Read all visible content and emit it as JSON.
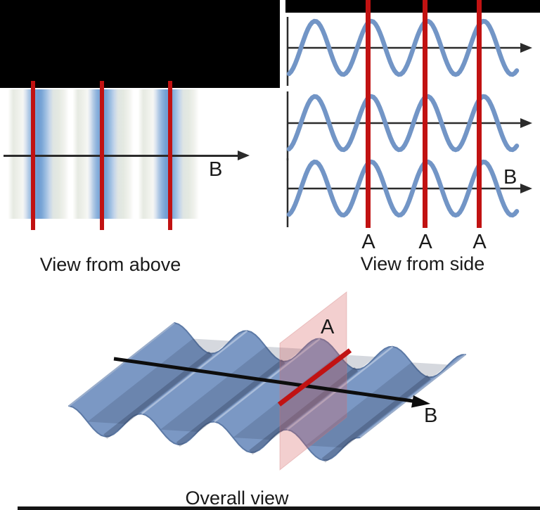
{
  "figure": {
    "description": "Wave diagram with three views: wavefronts and rays"
  },
  "above": {
    "caption": "View from above",
    "ray_label": "B",
    "wavefront_count": 3
  },
  "side": {
    "caption": "View from side",
    "ray_label": "B",
    "wavefront_labels": [
      "A",
      "A",
      "A"
    ],
    "wave_rows": 3
  },
  "overall": {
    "caption": "Overall view",
    "plane_label": "A",
    "ray_label": "B"
  },
  "colors": {
    "wavefront_red": "#c11212",
    "wave_stroke_blue": "#7295c6",
    "sheet_fill_blue": "#7b98c4",
    "sheet_outline_blue": "#5d7aa6",
    "axis_dark": "#2b2b2b",
    "plane_pink": "rgba(214,96,96,0.30)",
    "band_center_blue": "#6f9dd3",
    "band_edge_green": "#e4e9e1"
  }
}
